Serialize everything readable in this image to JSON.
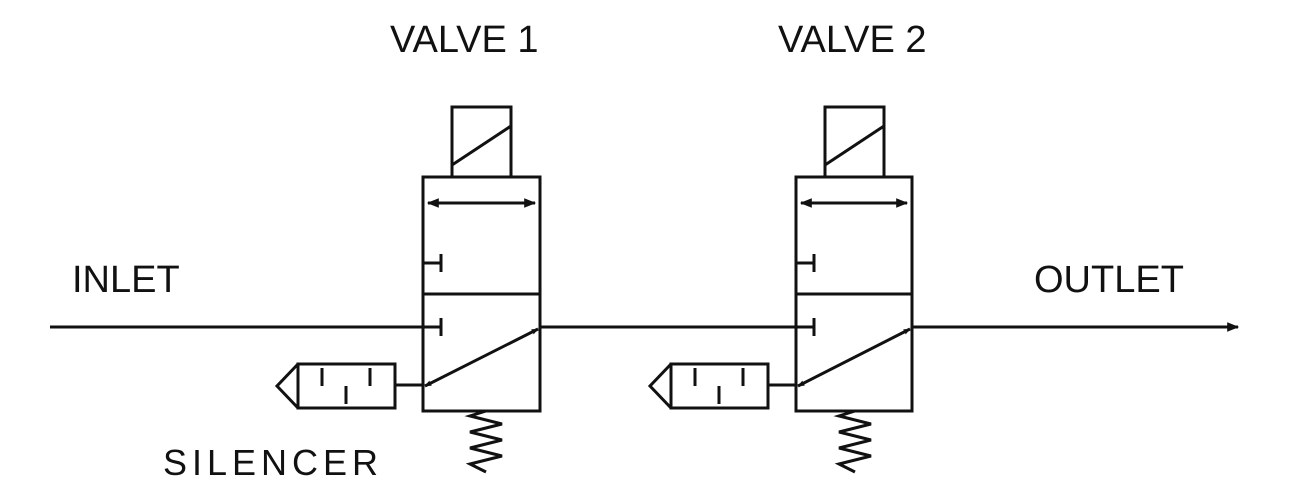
{
  "labels": {
    "valve1": "VALVE 1",
    "valve2": "VALVE 2",
    "inlet": "INLET",
    "outlet": "OUTLET",
    "silencer": "SILENCER"
  },
  "colors": {
    "stroke": "#111111",
    "background": "#ffffff"
  }
}
